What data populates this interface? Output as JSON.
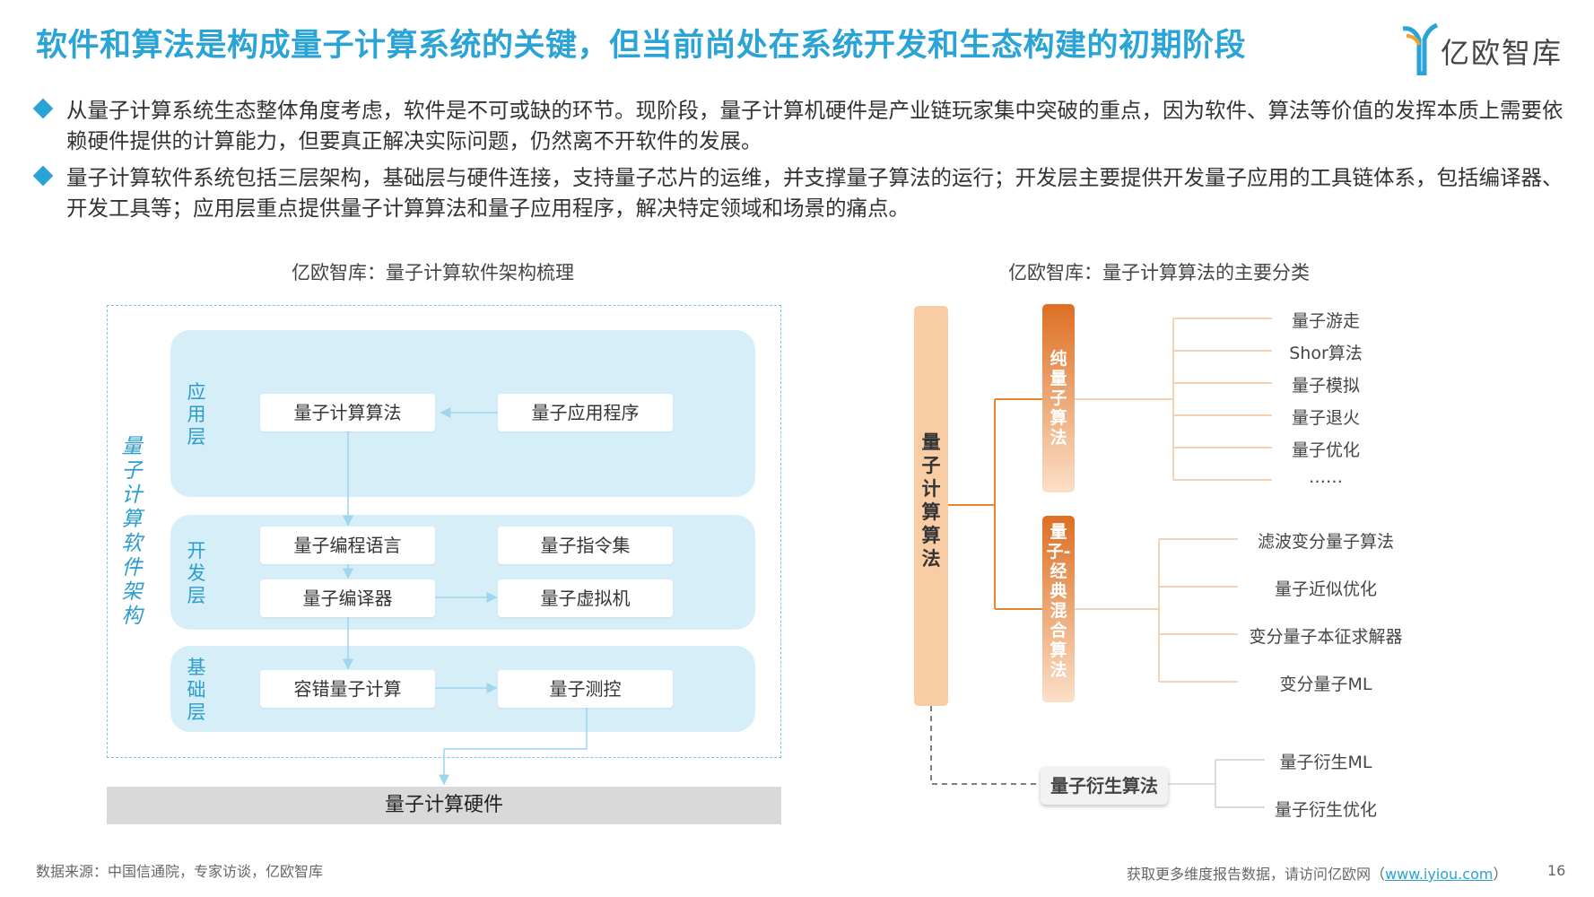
{
  "title": "软件和算法是构成量子计算系统的关键，但当前尚处在系统开发和生态构建的初期阶段",
  "logo": {
    "text": "亿欧智库",
    "color": "#2aa3d6"
  },
  "bullets": [
    "从量子计算系统生态整体角度考虑，软件是不可或缺的环节。现阶段，量子计算机硬件是产业链玩家集中突破的重点，因为软件、算法等价值的发挥本质上需要依赖硬件提供的计算能力，但要真正解决实际问题，仍然离不开软件的发展。",
    "量子计算软件系统包括三层架构，基础层与硬件连接，支持量子芯片的运维，并支撑量子算法的运行；开发层主要提供开发量子应用的工具链体系，包括编译器、开发工具等；应用层重点提供量子计算算法和量子应用程序，解决特定领域和场景的痛点。"
  ],
  "left_diagram": {
    "subtitle": "亿欧智库：量子计算软件架构梳理",
    "vertical_label": "量子计算软件架构",
    "layers": {
      "app": {
        "label": "应用层",
        "boxes": [
          "量子计算算法",
          "量子应用程序"
        ]
      },
      "dev": {
        "label": "开发层",
        "boxes": [
          "量子编程语言",
          "量子指令集",
          "量子编译器",
          "量子虚拟机"
        ]
      },
      "base": {
        "label": "基础层",
        "boxes": [
          "容错量子计算",
          "量子测控"
        ]
      }
    },
    "hardware": "量子计算硬件",
    "colors": {
      "layer_bg": "#d5eef8",
      "accent": "#2a9dd0"
    }
  },
  "right_diagram": {
    "subtitle": "亿欧智库：量子计算算法的主要分类",
    "root": "量子计算算法",
    "categories": [
      {
        "name": "纯量子算法",
        "items": [
          "量子游走",
          "Shor算法",
          "量子模拟",
          "量子退火",
          "量子优化",
          "……"
        ]
      },
      {
        "name": "量子-经典混合算法",
        "items": [
          "滤波变分量子算法",
          "量子近似优化",
          "变分量子本征求解器",
          "变分量子ML"
        ]
      },
      {
        "name": "量子衍生算法",
        "items": [
          "量子衍生ML",
          "量子衍生优化"
        ]
      }
    ],
    "colors": {
      "orange": "#e8872f",
      "pillar": "#f9cda4"
    }
  },
  "footer": {
    "source": "数据来源：中国信通院，专家访谈，亿欧智库",
    "cta_prefix": "获取更多维度报告数据，请访问亿欧网（",
    "cta_link": "www.iyiou.com",
    "cta_suffix": "）",
    "page": "16"
  }
}
